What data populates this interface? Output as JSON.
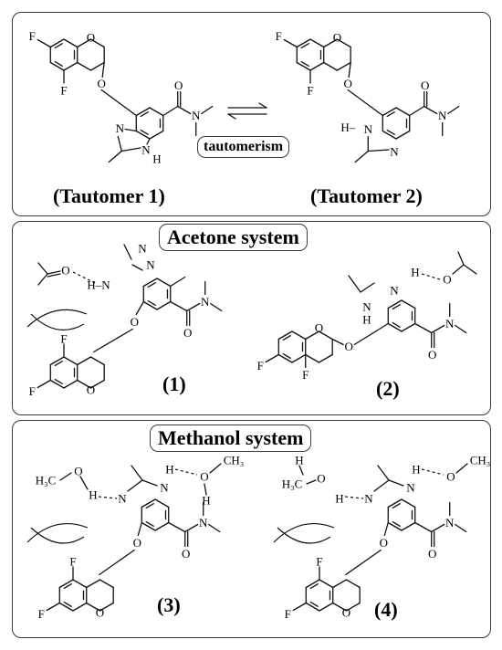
{
  "panel1": {
    "tautomerism_label": "tautomerism",
    "tautomer1_label": "(Tautomer 1)",
    "tautomer2_label": "(Tautomer 2)"
  },
  "panel2": {
    "title": "Acetone system",
    "complex1_label": "(1)",
    "complex2_label": "(2)"
  },
  "panel3": {
    "title": "Methanol system",
    "complex3_label": "(3)",
    "complex4_label": "(4)"
  },
  "atoms": {
    "F": "F",
    "O": "O",
    "N": "N",
    "H": "H",
    "H3C": "H₃C",
    "CH3": "CH₃"
  }
}
